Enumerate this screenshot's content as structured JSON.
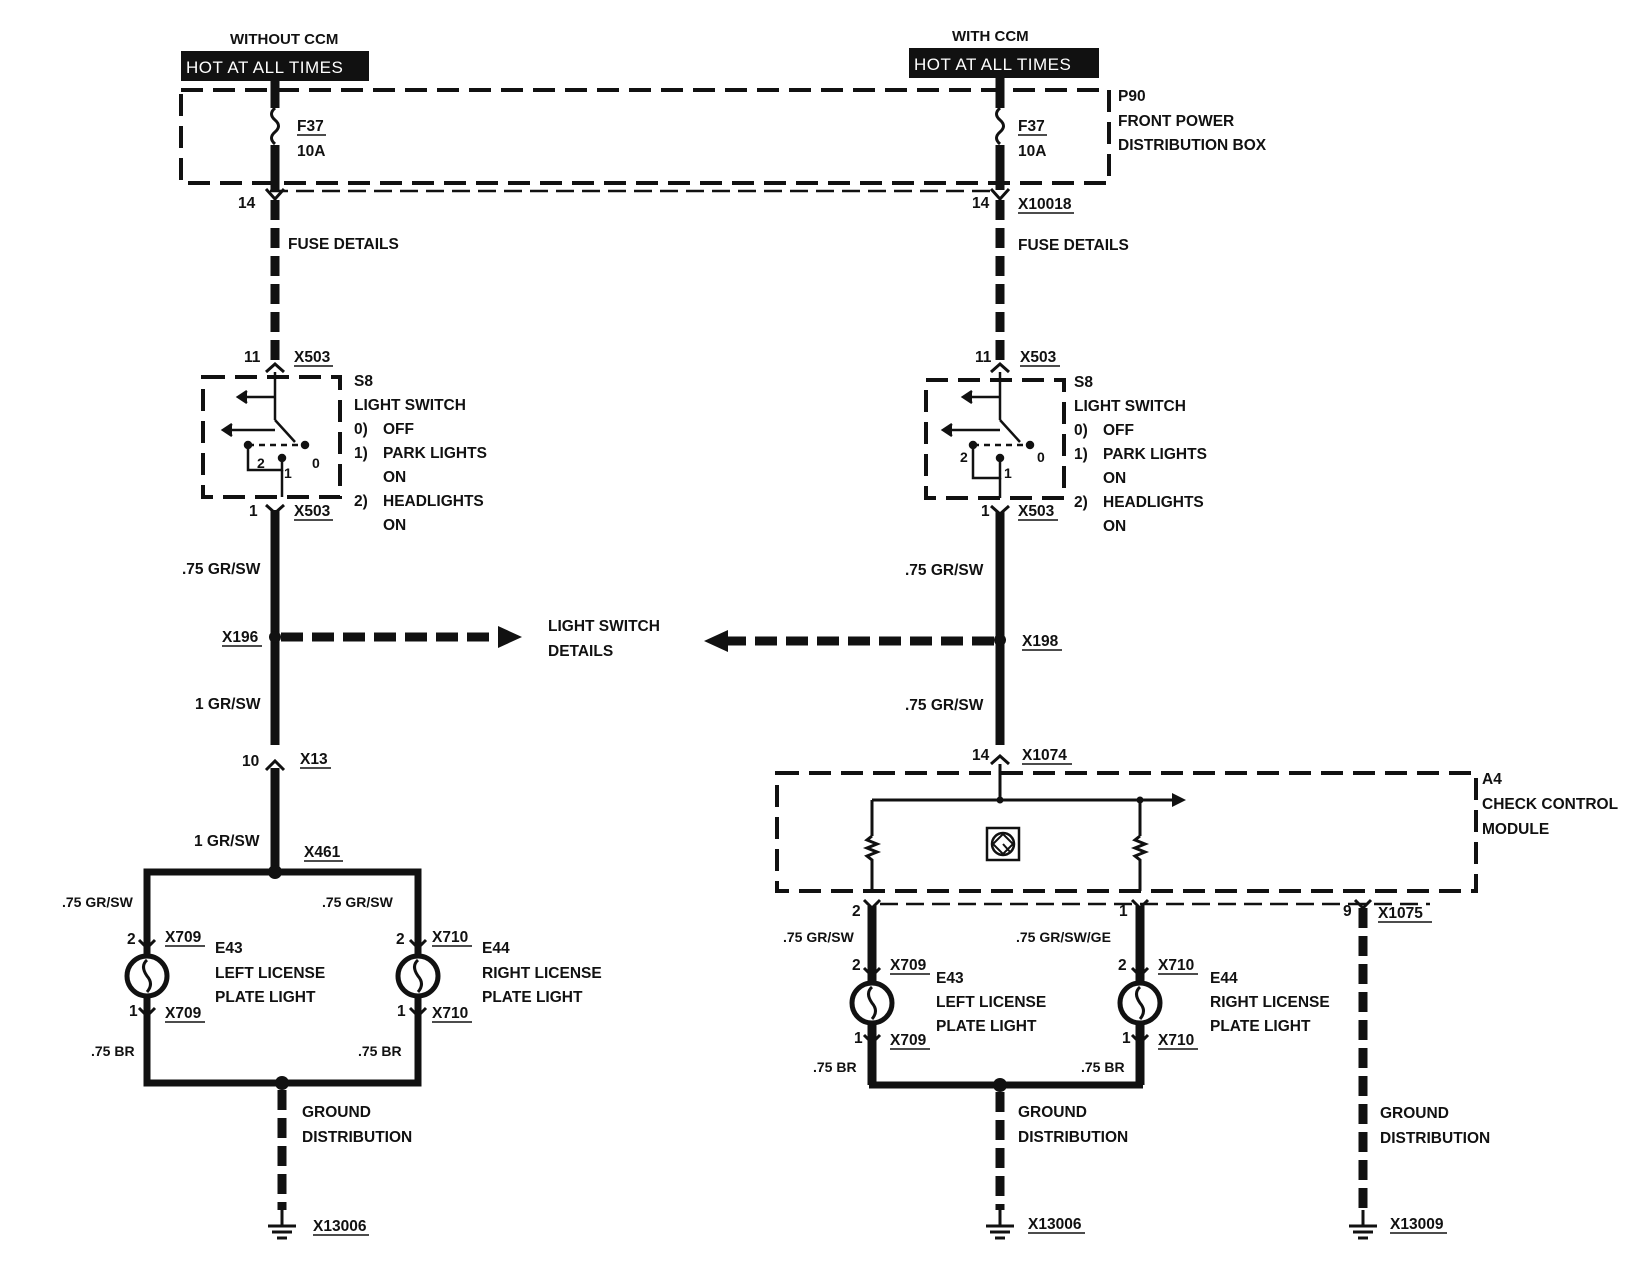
{
  "left_title": "WITHOUT CCM",
  "right_title": "WITH  CCM",
  "hot_label": "HOT AT ALL TIMES",
  "p90": {
    "ref": "P90",
    "name_line1": "FRONT POWER",
    "name_line2": "DISTRIBUTION BOX"
  },
  "fuse": {
    "ref": "F37",
    "rating": "10A"
  },
  "pin_14": "14",
  "x10018": "X10018",
  "fuse_details": "FUSE DETAILS",
  "pin_11": "11",
  "pin_1": "1",
  "pin_2": "2",
  "pin_0": "0",
  "pin_10": "10",
  "pin_9": "9",
  "x503": "X503",
  "switch": {
    "ref": "S8",
    "name": "LIGHT SWITCH",
    "pos0": "0)",
    "pos0_text": "OFF",
    "pos1": "1)",
    "pos1_text_line1": "PARK LIGHTS",
    "pos1_text_line2": "ON",
    "pos2": "2)",
    "pos2_text_line1": "HEADLIGHTS",
    "pos2_text_line2": "ON"
  },
  "wire_075_grsw": ".75 GR/SW",
  "wire_075_grsw_b": ".75 GR/SW",
  "wire_075_grsw_tight": ".75 GR/SW",
  "wire_075_grsw_ge": ".75 GR/SW/GE",
  "wire_1_grsw": "1 GR/SW",
  "wire_075_br": ".75 BR",
  "wire_075_br_b": ".75 BR",
  "x196": "X196",
  "x198": "X198",
  "light_switch_details_line1": "LIGHT SWITCH",
  "light_switch_details_line2": "DETAILS",
  "x13": "X13",
  "x461": "X461",
  "x709": "X709",
  "x710": "X710",
  "e43": {
    "ref": "E43",
    "line1": "LEFT LICENSE",
    "line2": "PLATE LIGHT"
  },
  "e44": {
    "ref": "E44",
    "line1": "RIGHT LICENSE",
    "line2": "PLATE LIGHT"
  },
  "ground_line1": "GROUND",
  "ground_line2": "DISTRIBUTION",
  "x13006": "X13006",
  "x13009": "X13009",
  "x1074": "X1074",
  "x1075": "X1075",
  "a4": {
    "ref": "A4",
    "line1": "CHECK CONTROL",
    "line2": "MODULE"
  },
  "colors": {
    "ink": "#111111",
    "paper": "#ffffff"
  },
  "icons": [
    "fuse-icon",
    "light-switch-icon",
    "lamp-icon",
    "ground-icon",
    "resistor-icon",
    "ccm-logic-icon",
    "arrow-icon"
  ]
}
